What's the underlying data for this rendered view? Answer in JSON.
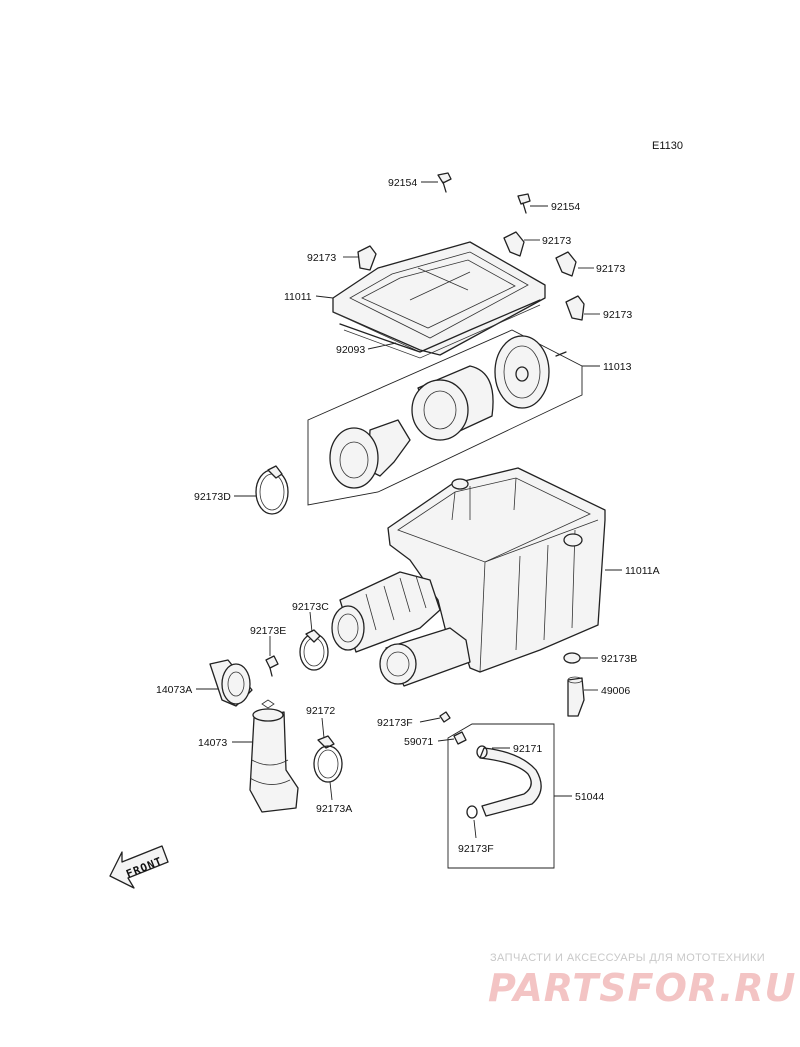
{
  "diagram": {
    "code": "E1130",
    "front_label": "FRONT",
    "callouts": {
      "c92154a": "92154",
      "c92154b": "92154",
      "c92173a": "92173",
      "c92173b": "92173",
      "c92173c": "92173",
      "c92173d": "92173",
      "c11011": "11011",
      "c92093": "92093",
      "c11013": "11013",
      "c92173D": "92173D",
      "c11011A": "11011A",
      "c92173C": "92173C",
      "c92173E": "92173E",
      "c14073A": "14073A",
      "c92173B": "92173B",
      "c49006": "49006",
      "c92172": "92172",
      "c14073": "14073",
      "c92173F1": "92173F",
      "c59071": "59071",
      "c92171": "92171",
      "c51044": "51044",
      "c92173A": "92173A",
      "c92173F2": "92173F"
    }
  },
  "watermark": {
    "tagline": "ЗАПЧАСТИ И АКСЕССУАРЫ ДЛЯ МОТОТЕХНИКИ",
    "logo_text": "PARTSFOR.RU"
  }
}
